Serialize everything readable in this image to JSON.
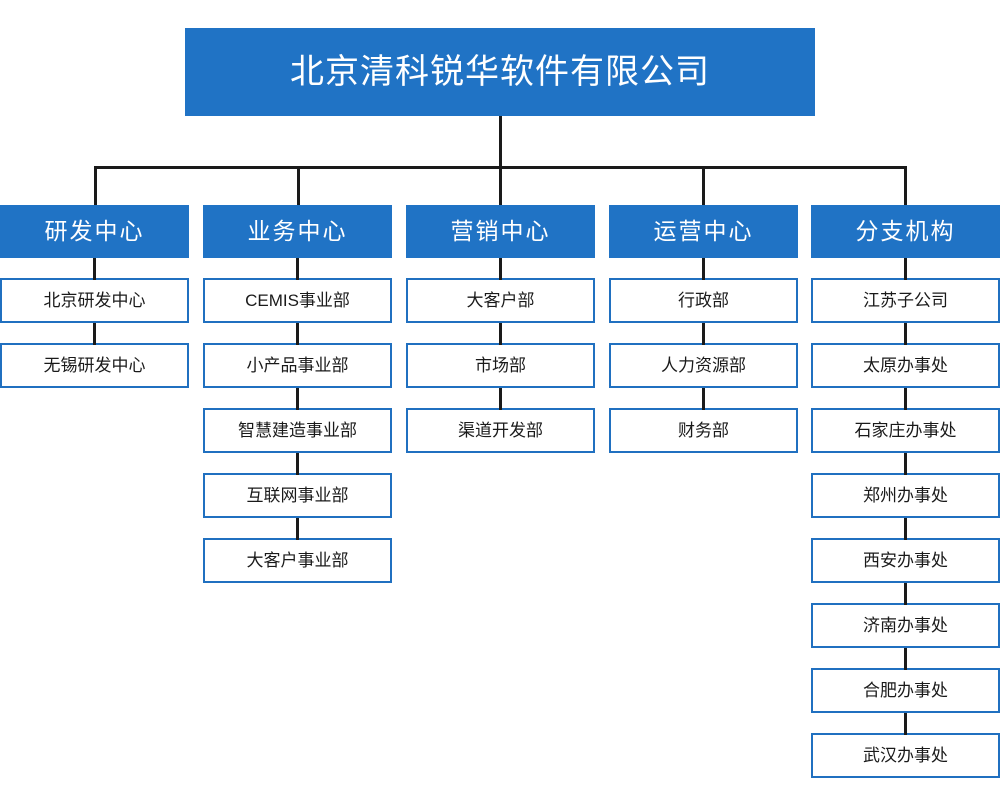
{
  "chart_type": "organization-chart",
  "colors": {
    "header_fill": "#2073c5",
    "header_text": "#ffffff",
    "box_border": "#2070c0",
    "box_fill": "#ffffff",
    "box_text": "#1a1a1a",
    "connector": "#1a1a1a"
  },
  "root": {
    "label": "北京清科锐华软件有限公司"
  },
  "columns": [
    {
      "header": "研发中心",
      "children": [
        {
          "label": "北京研发中心"
        },
        {
          "label": "无锡研发中心"
        }
      ]
    },
    {
      "header": "业务中心",
      "children": [
        {
          "label": "CEMIS事业部"
        },
        {
          "label": "小产品事业部"
        },
        {
          "label": "智慧建造事业部"
        },
        {
          "label": "互联网事业部"
        },
        {
          "label": "大客户事业部"
        }
      ]
    },
    {
      "header": "营销中心",
      "children": [
        {
          "label": "大客户部"
        },
        {
          "label": "市场部"
        },
        {
          "label": "渠道开发部"
        }
      ]
    },
    {
      "header": "运营中心",
      "children": [
        {
          "label": "行政部"
        },
        {
          "label": "人力资源部"
        },
        {
          "label": "财务部"
        }
      ]
    },
    {
      "header": "分支机构",
      "children": [
        {
          "label": "江苏子公司"
        },
        {
          "label": "太原办事处"
        },
        {
          "label": "石家庄办事处"
        },
        {
          "label": "郑州办事处"
        },
        {
          "label": "西安办事处"
        },
        {
          "label": "济南办事处"
        },
        {
          "label": "合肥办事处"
        },
        {
          "label": "武汉办事处"
        }
      ]
    }
  ]
}
